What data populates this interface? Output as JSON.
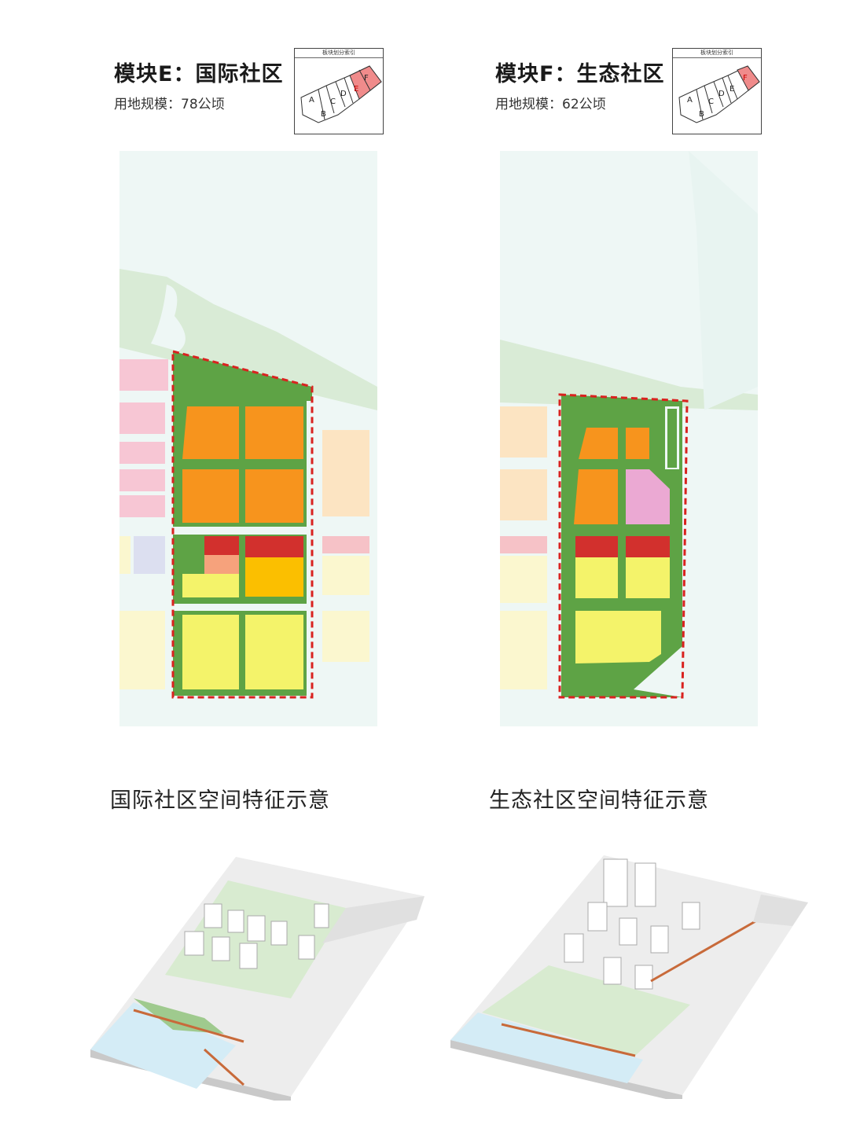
{
  "left": {
    "title": "模块E：国际社区",
    "scale": "用地规模：78公顷",
    "index_title": "板块划分索引",
    "highlight": "E",
    "section_title": "国际社区空间特征示意"
  },
  "right": {
    "title": "模块F：生态社区",
    "scale": "用地规模：62公顷",
    "index_title": "板块划分索引",
    "highlight": "F",
    "section_title": "生态社区空间特征示意"
  },
  "index_letters": [
    "A",
    "B",
    "C",
    "D",
    "E",
    "F"
  ],
  "colors": {
    "residential": "#f7941d",
    "green": "#5ea345",
    "commercial": "#d2302d",
    "mixed": "#f6a27c",
    "school": "#fbbf00",
    "yellow": "#f4f36a",
    "pink": "#eba9d3",
    "boundary": "#d9221f",
    "water": "#d4ecf6"
  }
}
